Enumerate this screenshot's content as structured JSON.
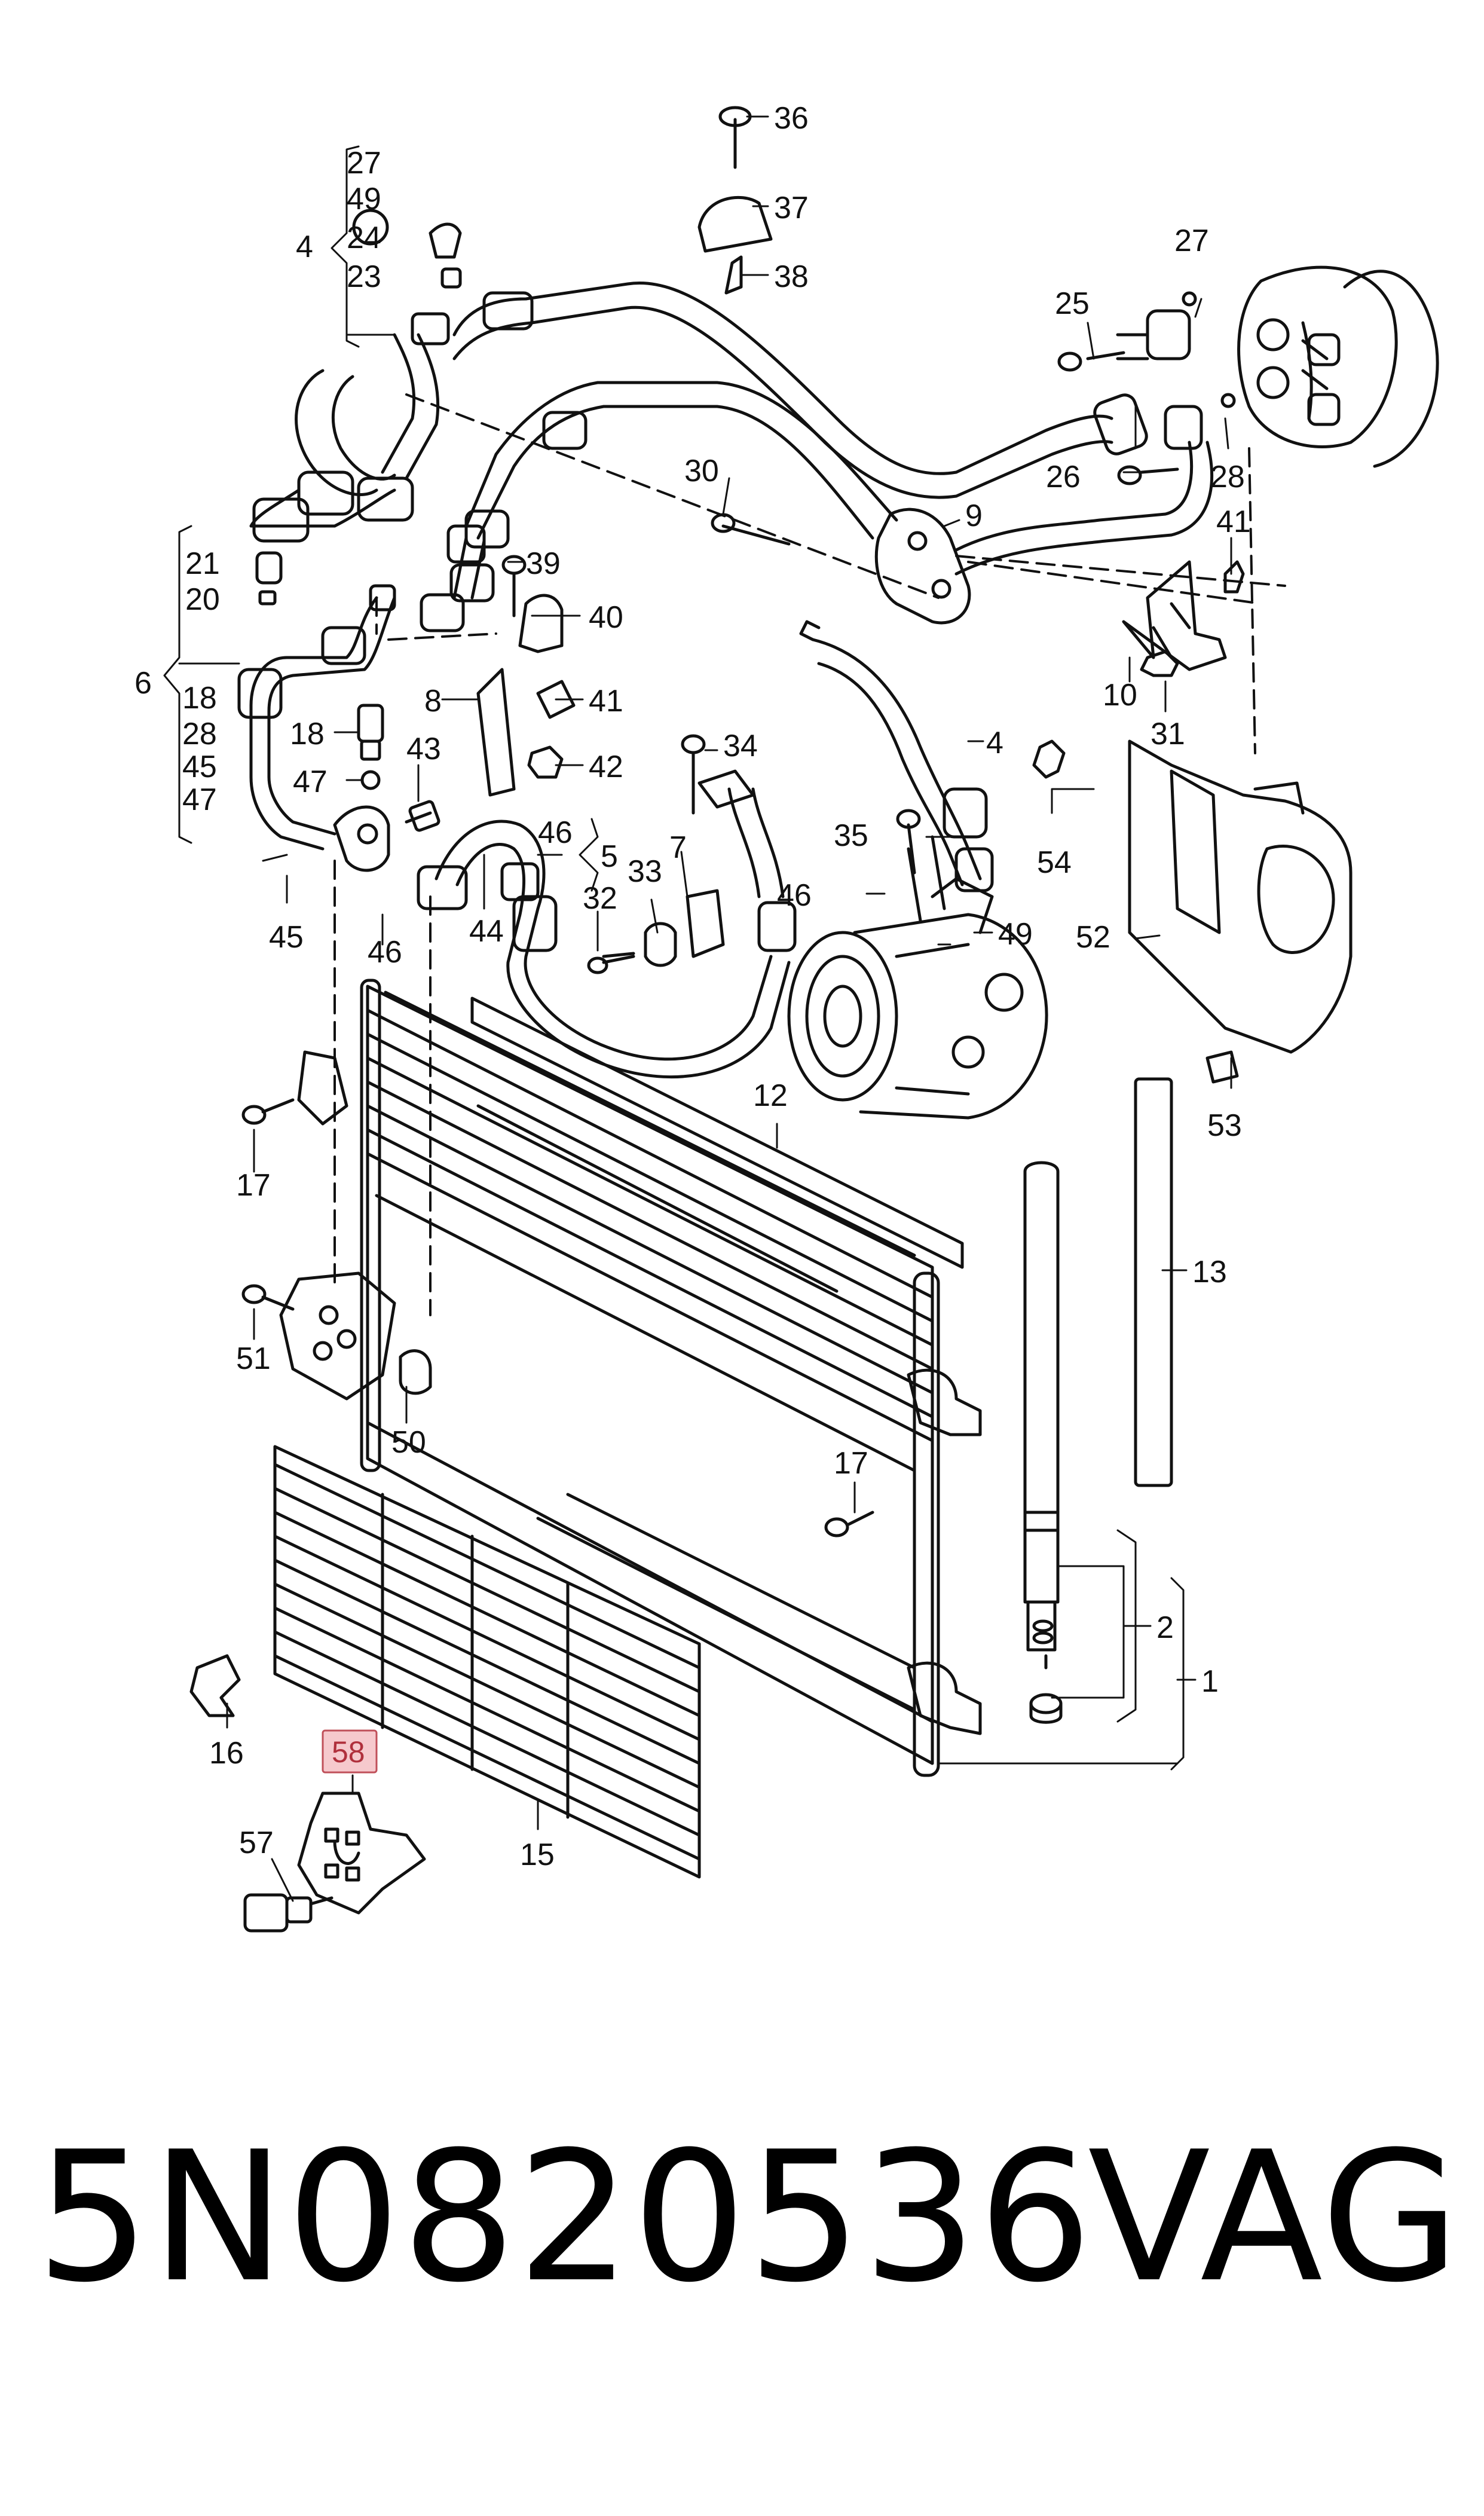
{
  "callouts": {
    "n1": "1",
    "n2": "2",
    "n4": "4",
    "n5": "5",
    "n6": "6",
    "n7": "7",
    "n8": "8",
    "n9": "9",
    "n10": "10",
    "n12": "12",
    "n13": "13",
    "n15": "15",
    "n16": "16",
    "n17": "17",
    "n18": "18",
    "n20": "20",
    "n21": "21",
    "n23": "23",
    "n24": "24",
    "n25": "25",
    "n26": "26",
    "n27": "27",
    "n28": "28",
    "n30": "30",
    "n31": "31",
    "n32": "32",
    "n33": "33",
    "n34": "34",
    "n35": "35",
    "n36": "36",
    "n37": "37",
    "n38": "38",
    "n39": "39",
    "n40": "40",
    "n41": "41",
    "n42": "42",
    "n43": "43",
    "n44": "44",
    "n45": "45",
    "n46": "46",
    "n47": "47",
    "n49": "49",
    "n50": "50",
    "n51": "51",
    "n52": "52",
    "n53": "53",
    "n54": "54",
    "n57": "57",
    "n58": "58"
  },
  "highlight": {
    "label": "58",
    "color": "#f6c9cd"
  },
  "footer": {
    "part_number": "5N0820536",
    "brand": "VAG"
  },
  "colors": {
    "line": "#111111",
    "background": "#ffffff",
    "highlight_border": "#c0505a"
  }
}
